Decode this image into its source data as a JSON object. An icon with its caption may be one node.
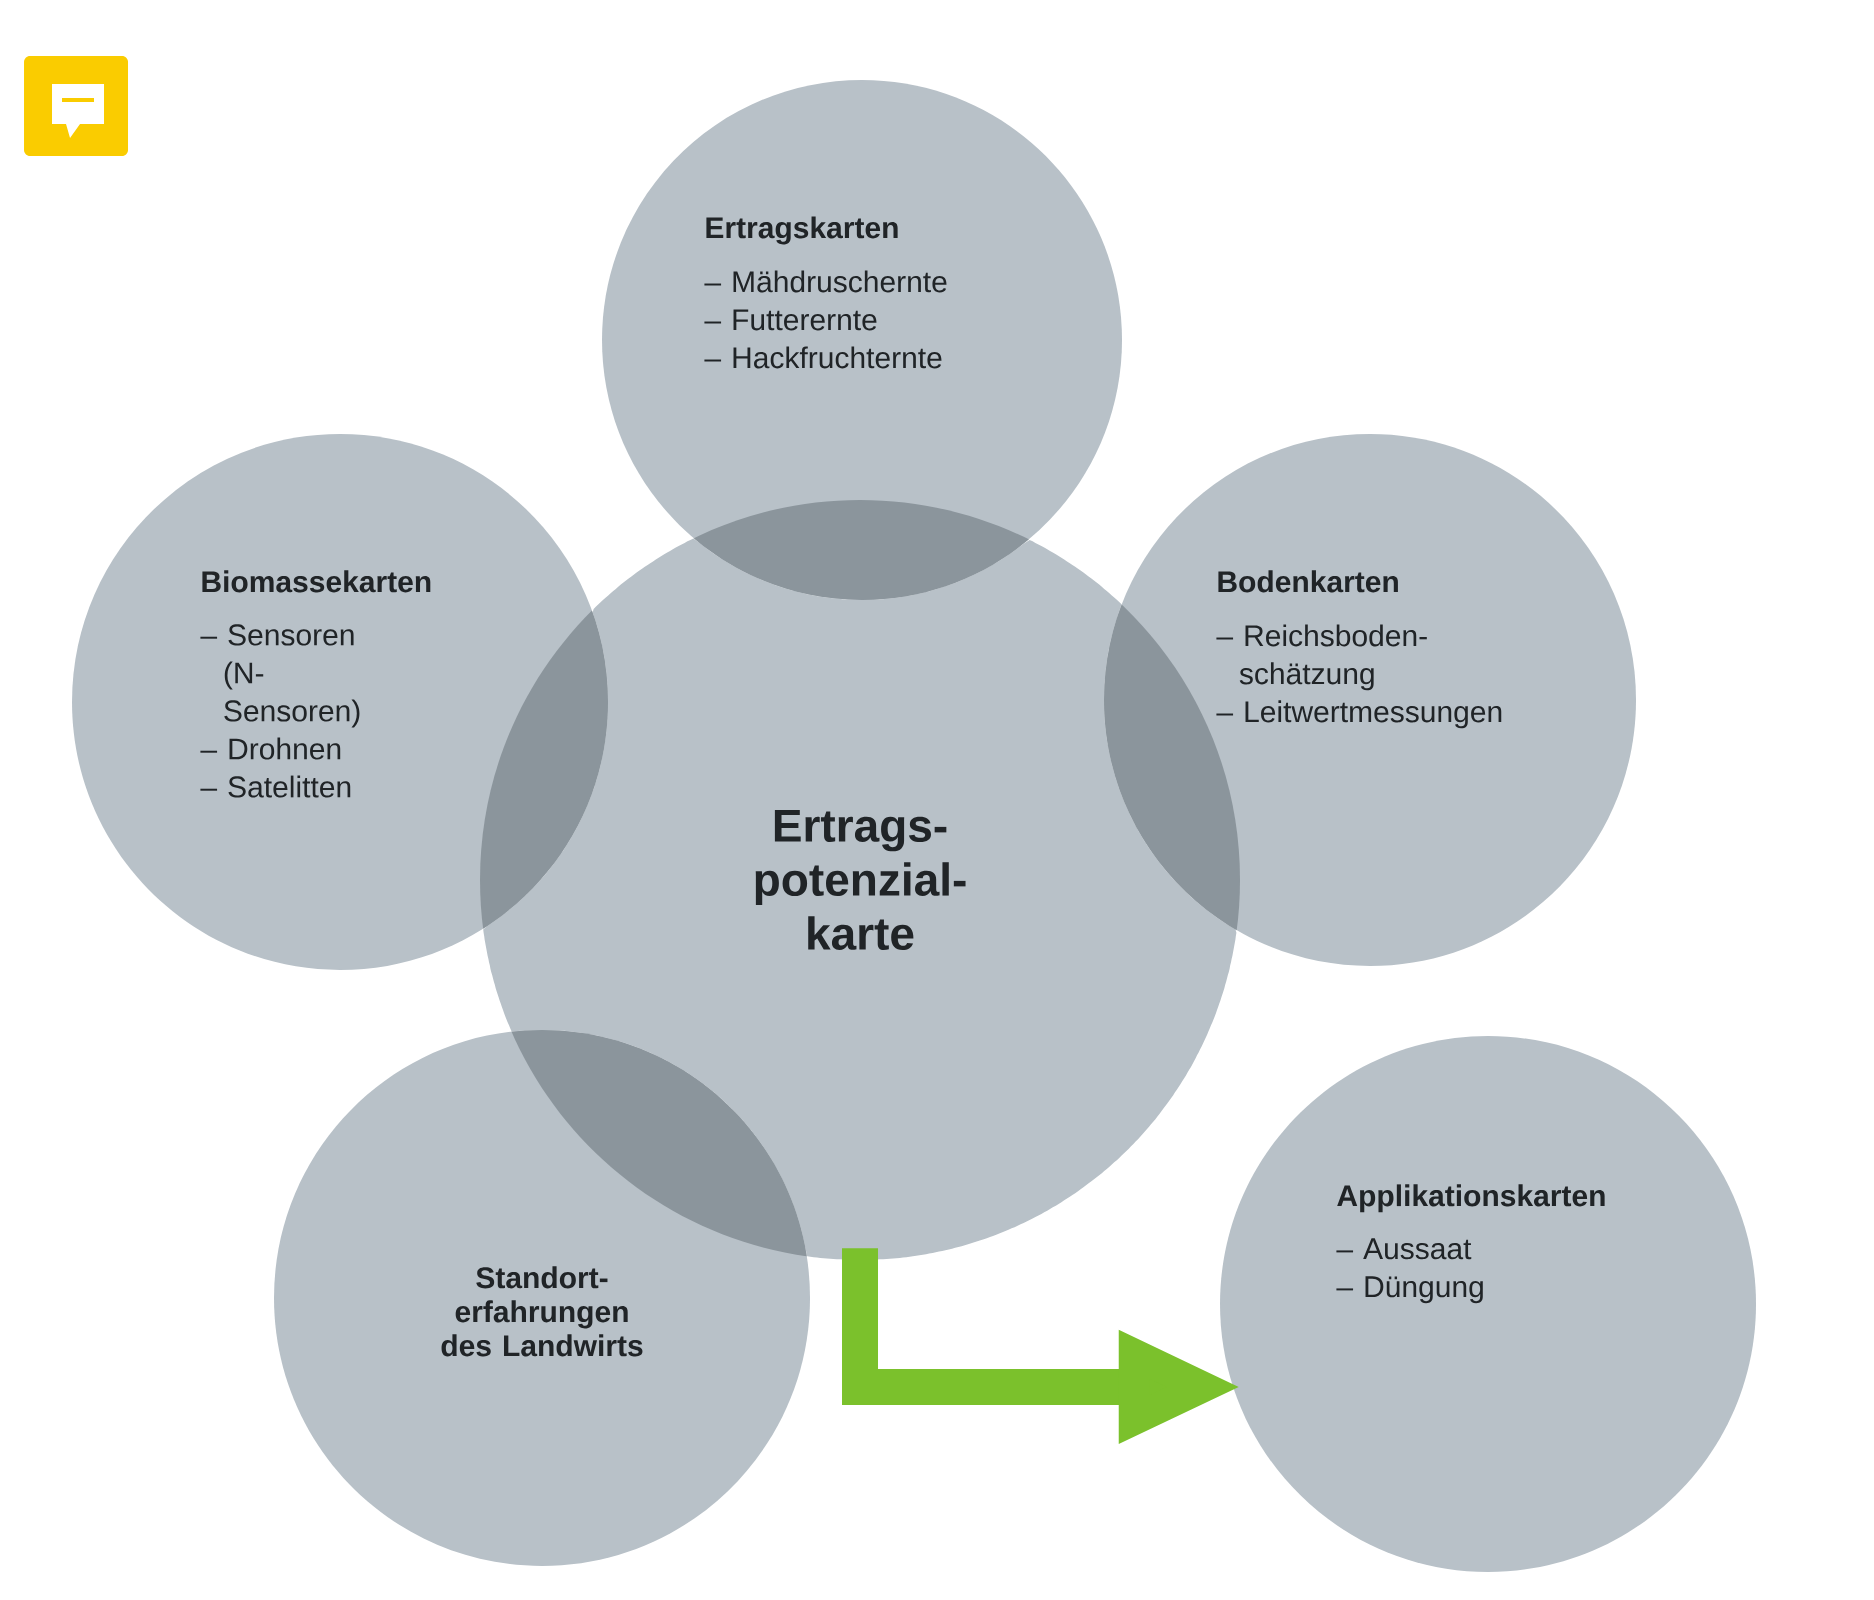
{
  "diagram": {
    "nodes": [
      {
        "text": [
          "Ertragskarten",
          "– Mähdruschernte",
          "– Futterernte",
          "– Hackfruchternte"
        ]
      },
      {
        "text": [
          "Biomassekarten",
          "– Sensoren (N-Sensoren)",
          "– Drohnen",
          "– Satelitten"
        ]
      },
      {
        "text": [
          "Bodenkarten",
          "– Reichsboden- schätzung",
          "– Leitwertmessungen"
        ]
      },
      {
        "text": [
          "Ertrags- potenzial- karte"
        ]
      },
      {
        "text": [
          "Standort- erfahrungen des Landwirts"
        ]
      },
      {
        "text": [
          "Applikationskarten",
          "– Aussaat",
          "– Düngung"
        ]
      }
    ],
    "edges": [
      {
        "from": 3,
        "to": 5,
        "arrow": "to",
        "color": "#7bc12c"
      }
    ]
  }
}
